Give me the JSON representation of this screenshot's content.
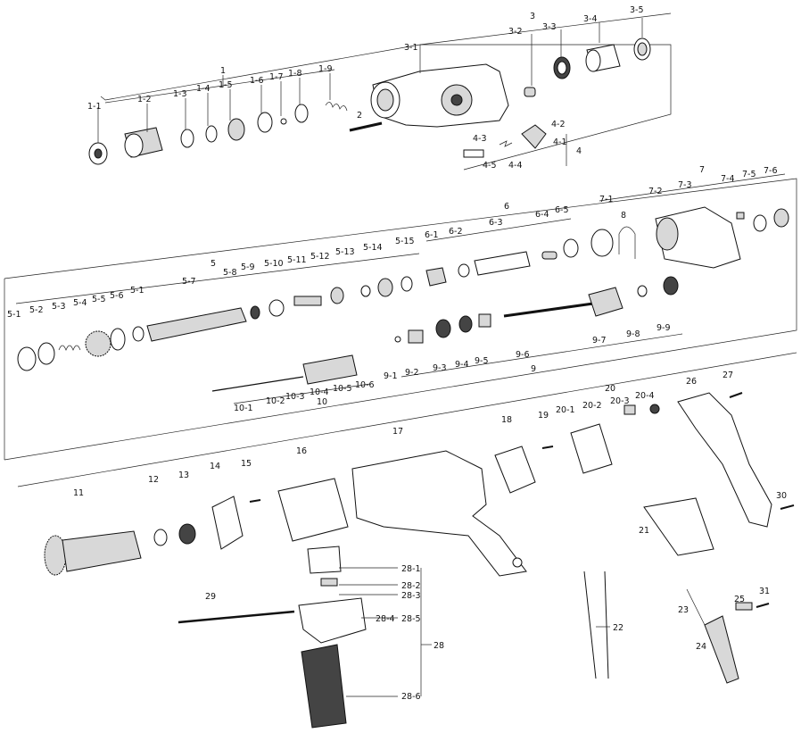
{
  "labels": {
    "g1": "1",
    "p1_1": "1-1",
    "p1_2": "1-2",
    "p1_3": "1-3",
    "p1_4": "1-4",
    "p1_5": "1-5",
    "p1_6": "1-6",
    "p1_7": "1-7",
    "p1_8": "1-8",
    "p1_9": "1-9",
    "g2": "2",
    "g3": "3",
    "p3_1": "3-1",
    "p3_2": "3-2",
    "p3_3": "3-3",
    "p3_4": "3-4",
    "p3_5": "3-5",
    "g4": "4",
    "p4_1": "4-1",
    "p4_2": "4-2",
    "p4_3": "4-3",
    "p4_4": "4-4",
    "p4_5": "4-5",
    "g5": "5",
    "p5_1a": "5-1",
    "p5_1b": "5-1",
    "p5_2": "5-2",
    "p5_3": "5-3",
    "p5_4": "5-4",
    "p5_5": "5-5",
    "p5_6": "5-6",
    "p5_7": "5-7",
    "p5_8": "5-8",
    "p5_9": "5-9",
    "p5_10": "5-10",
    "p5_11": "5-11",
    "p5_12": "5-12",
    "p5_13": "5-13",
    "p5_14": "5-14",
    "p5_15": "5-15",
    "g6": "6",
    "p6_1": "6-1",
    "p6_2": "6-2",
    "p6_3": "6-3",
    "p6_4": "6-4",
    "p6_5": "6-5",
    "g7": "7",
    "p7_1": "7-1",
    "p7_2": "7-2",
    "p7_3": "7-3",
    "p7_4": "7-4",
    "p7_5": "7-5",
    "p7_6": "7-6",
    "g8": "8",
    "g9": "9",
    "p9_1": "9-1",
    "p9_2": "9-2",
    "p9_3": "9-3",
    "p9_4": "9-4",
    "p9_5": "9-5",
    "p9_6": "9-6",
    "p9_7": "9-7",
    "p9_8": "9-8",
    "p9_9": "9-9",
    "g10": "10",
    "p10_1": "10-1",
    "p10_2": "10-2",
    "p10_3": "10-3",
    "p10_4": "10-4",
    "p10_5": "10-5",
    "p10_6": "10-6",
    "g11": "11",
    "g12": "12",
    "g13": "13",
    "g14": "14",
    "g15": "15",
    "g16": "16",
    "g17": "17",
    "g18": "18",
    "g19": "19",
    "g20": "20",
    "p20_1": "20-1",
    "p20_2": "20-2",
    "p20_3": "20-3",
    "p20_4": "20-4",
    "g21": "21",
    "g22": "22",
    "g23": "23",
    "g24": "24",
    "g25": "25",
    "g26": "26",
    "g27": "27",
    "g28": "28",
    "p28_1": "28-1",
    "p28_2": "28-2",
    "p28_3": "28-3",
    "p28_4": "28-4",
    "p28_5": "28-5",
    "p28_6": "28-6",
    "g29": "29",
    "g30": "30",
    "g31": "31"
  }
}
